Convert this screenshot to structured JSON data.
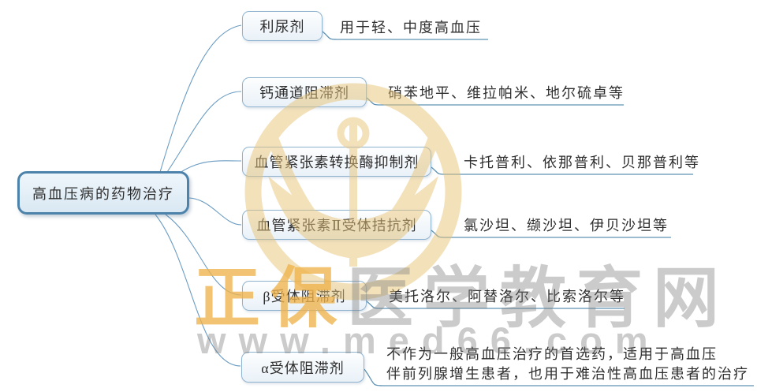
{
  "root": {
    "label": "高血压病的药物治疗"
  },
  "branches": [
    {
      "topic": "利尿剂",
      "note": "用于轻、中度高血压"
    },
    {
      "topic": "钙通道阻滞剂",
      "note": "硝苯地平、维拉帕米、地尔硫卓等"
    },
    {
      "topic": "血管紧张素转换酶抑制剂",
      "note": "卡托普利、依那普利、贝那普利等"
    },
    {
      "topic": "血管紧张素Ⅱ受体拮抗剂",
      "note": "氯沙坦、缬沙坦、伊贝沙坦等"
    },
    {
      "topic": "β受体阻滞剂",
      "note": "美托洛尔、阿替洛尔、比索洛尔等"
    },
    {
      "topic": "α受体阻滞剂",
      "note": "不作为一般高血压治疗的首选药，适用于高血压伴前列腺增生患者，也用于难治性高血压患者的治疗",
      "note_lines": [
        "不作为一般高血压治疗的首选药，适用于高血压",
        "伴前列腺增生患者，也用于难治性高血压患者的治疗"
      ]
    }
  ],
  "watermark": {
    "brand_highlight": "正保",
    "brand_rest": "医学教育网",
    "url": "www.med66.com",
    "logo": "zhengbao-medical-logo"
  },
  "colors": {
    "root_border": "#4d83aa",
    "node_border": "#8fb3cf",
    "connector_line": "#6b9cc3",
    "note_underline": "#5e92b4",
    "watermark_gold": "#eeb24a",
    "watermark_gray": "#bdbdbd"
  }
}
